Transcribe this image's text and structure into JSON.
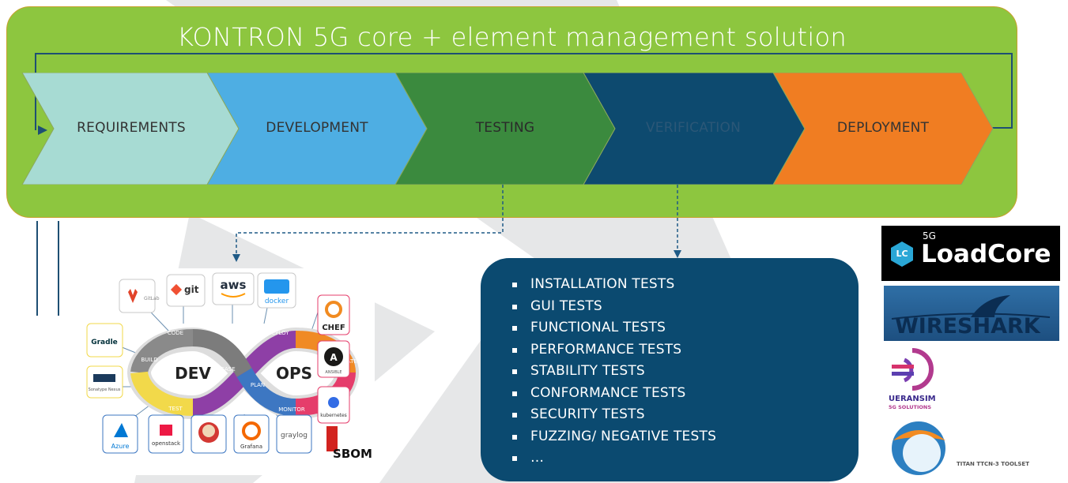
{
  "title": "KONTRON 5G core + element management solution",
  "stages": [
    {
      "label": "REQUIREMENTS",
      "color": "#a7dbd3",
      "text_color": "#333333"
    },
    {
      "label": "DEVELOPMENT",
      "color": "#4eaee3",
      "text_color": "#333333"
    },
    {
      "label": "TESTING",
      "color": "#3b8a3e",
      "text_color": "#333333"
    },
    {
      "label": "VERIFICATION",
      "color": "#0d4a6f",
      "text_color": "#244e6c"
    },
    {
      "label": "DEPLOYMENT",
      "color": "#f07d22",
      "text_color": "#333333"
    }
  ],
  "test_list": [
    "INSTALLATION TESTS",
    "GUI TESTS",
    "FUNCTIONAL TESTS",
    "PERFORMANCE TESTS",
    "STABILITY TESTS",
    "CONFORMANCE TESTS",
    "SECURITY TESTS",
    "FUZZING/ NEGATIVE TESTS",
    "…"
  ],
  "devops": {
    "dev": "DEV",
    "ops": "OPS",
    "loop_labels": [
      "CODE",
      "BUILD",
      "TEST",
      "RELEASE",
      "PLAN",
      "DEPLOY",
      "OPERATE",
      "MONITOR"
    ],
    "tools": {
      "gitlab": "GitLab",
      "git": "git",
      "aws": "aws",
      "docker": "docker",
      "chef": "CHEF",
      "ansible": "ANSIBLE",
      "kubernetes": "kubernetes",
      "gradle": "Gradle",
      "sonatype": "Sonatype Nexus",
      "azure": "Azure",
      "openstack": "openstack",
      "grafana": "Grafana",
      "graylog": "graylog",
      "sbom": "SBOM"
    }
  },
  "tools_right": {
    "loadcore_badge": "LC",
    "loadcore_sup": "5G",
    "loadcore_name": "LoadCore",
    "wireshark": "WIRESHARK",
    "ueransim": "UERANSIM",
    "ueransim_sub": "5G SOLUTIONS",
    "titan": "TITAN TTCN-3 TOOLSET"
  }
}
